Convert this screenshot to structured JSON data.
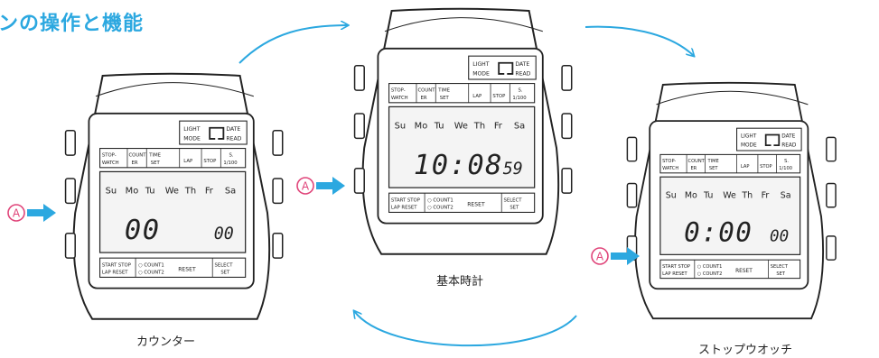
{
  "title": "ンの操作と機能",
  "watch_labels": {
    "light": "LIGHT",
    "mode": "MODE",
    "date": "DATE",
    "read": "READ",
    "stop_watch_1": "STOP-",
    "stop_watch_2": "WATCH",
    "count_1": "COUNT",
    "count_2": "ER",
    "time_1": "TIME",
    "time_2": "SET",
    "lap": "LAP",
    "stop": "STOP",
    "s_1": "S.",
    "s_2": "1/100",
    "days": [
      "Su",
      "Mo",
      "Tu",
      "We",
      "Th",
      "Fr",
      "Sa"
    ],
    "start": "START",
    "lap2": "LAP",
    "stop2": "STOP",
    "reset2": "RESET",
    "count1": "COUNT1",
    "count2": "COUNT2",
    "reset": "RESET",
    "select_1": "SELECT",
    "select_2": "SET"
  },
  "watches": [
    {
      "caption": "カウンター",
      "display_main": "00",
      "display_small": "00"
    },
    {
      "caption": "基本時計",
      "display_main": "10:08",
      "display_small": "59"
    },
    {
      "caption": "ストップウオッチ",
      "display_main": "0:00",
      "display_small": "00"
    }
  ],
  "button_marker": "A",
  "colors": {
    "accent": "#2ca8e0",
    "ink": "#222222",
    "marker": "#e0457a"
  }
}
